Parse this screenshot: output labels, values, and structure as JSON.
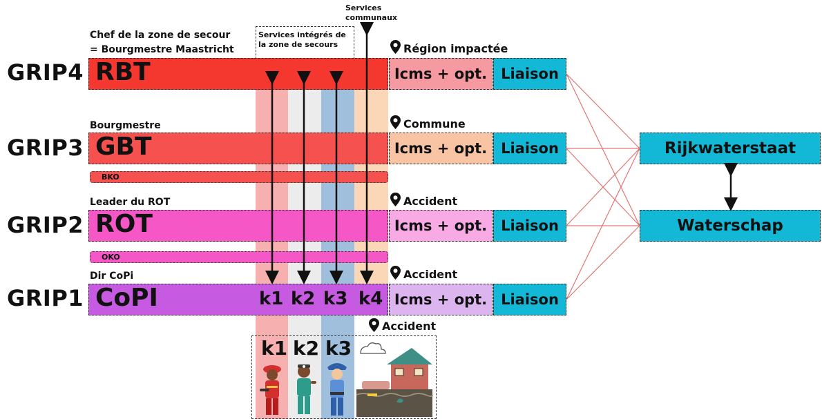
{
  "colors": {
    "rbt": "#f5382f",
    "gbt": "#f5514f",
    "rot": "#f558c6",
    "copi": "#c65ae0",
    "icms_1": "#f59aa0",
    "icms_2": "#f9c4a4",
    "icms_3": "#f7aae4",
    "icms_4": "#ddb5ee",
    "liaison": "#12b8d6",
    "connector": "#e57373",
    "col_k1": "#f6b0b0",
    "col_k2": "#ececec",
    "col_k3": "#9fbfdc",
    "col_k4": "#fbd7b7"
  },
  "top": {
    "services_communaux": "Services communaux",
    "services_integres": "Services intégrés de la zone de secours",
    "chef_line1": "Chef de la zone de secour",
    "chef_line2": "= Bourgmestre Maastricht"
  },
  "levels": [
    {
      "grip": "GRIP4",
      "team": "RBT",
      "role": "",
      "location": "Région impactée",
      "icms": "Icms + opt.",
      "liaison": "Liaison"
    },
    {
      "grip": "GRIP3",
      "team": "GBT",
      "role": "Bourgmestre",
      "location": "Commune",
      "icms": "Icms + opt.",
      "liaison": "Liaison"
    },
    {
      "grip": "GRIP2",
      "team": "ROT",
      "role": "Leader du ROT",
      "location": "Accident",
      "icms": "Icms + opt.",
      "liaison": "Liaison"
    },
    {
      "grip": "GRIP1",
      "team": "CoPI",
      "role": "Dir CoPi",
      "location": "Accident",
      "icms": "Icms + opt.",
      "liaison": "Liaison"
    }
  ],
  "sub_bars": {
    "bko": "BKO",
    "oko": "OKO"
  },
  "k_labels": [
    "k1",
    "k2",
    "k3",
    "k4"
  ],
  "bottom": {
    "location": "Accident",
    "k_labels": [
      "k1",
      "k2",
      "k3"
    ]
  },
  "partners": {
    "rijkwaterstaat": "Rijkwaterstaat",
    "waterschap": "Waterschap"
  },
  "icons": {
    "pin": "map-pin-icon",
    "firefighter": "firefighter-icon",
    "medic": "medic-icon",
    "police": "police-icon",
    "flooded_house": "flooded-house-icon"
  }
}
